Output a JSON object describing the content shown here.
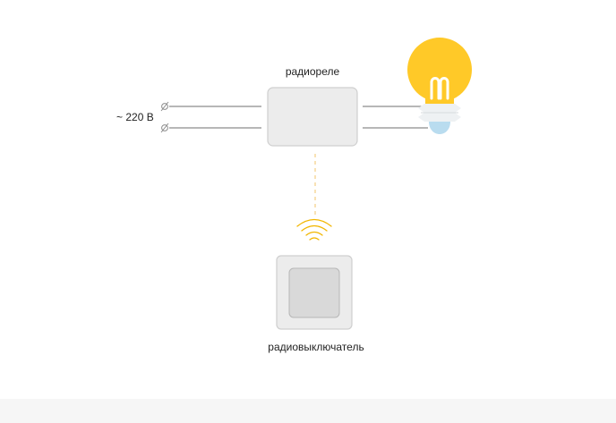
{
  "diagram": {
    "voltage_label": "~ 220 B",
    "relay_label": "радиореле",
    "switch_label": "радиовыключатель"
  },
  "icons": {
    "terminal": "terminal-icon",
    "bulb": "light-bulb-icon",
    "signal": "wireless-signal-icon"
  },
  "colors": {
    "wire": "#8c8c8c",
    "device_fill": "#ececec",
    "device_stroke": "#cfcfcf",
    "bulb_yellow": "#ffc928",
    "bulb_base": "#eef1f3",
    "bulb_cap": "#b9dcef",
    "signal": "#f2b600"
  }
}
